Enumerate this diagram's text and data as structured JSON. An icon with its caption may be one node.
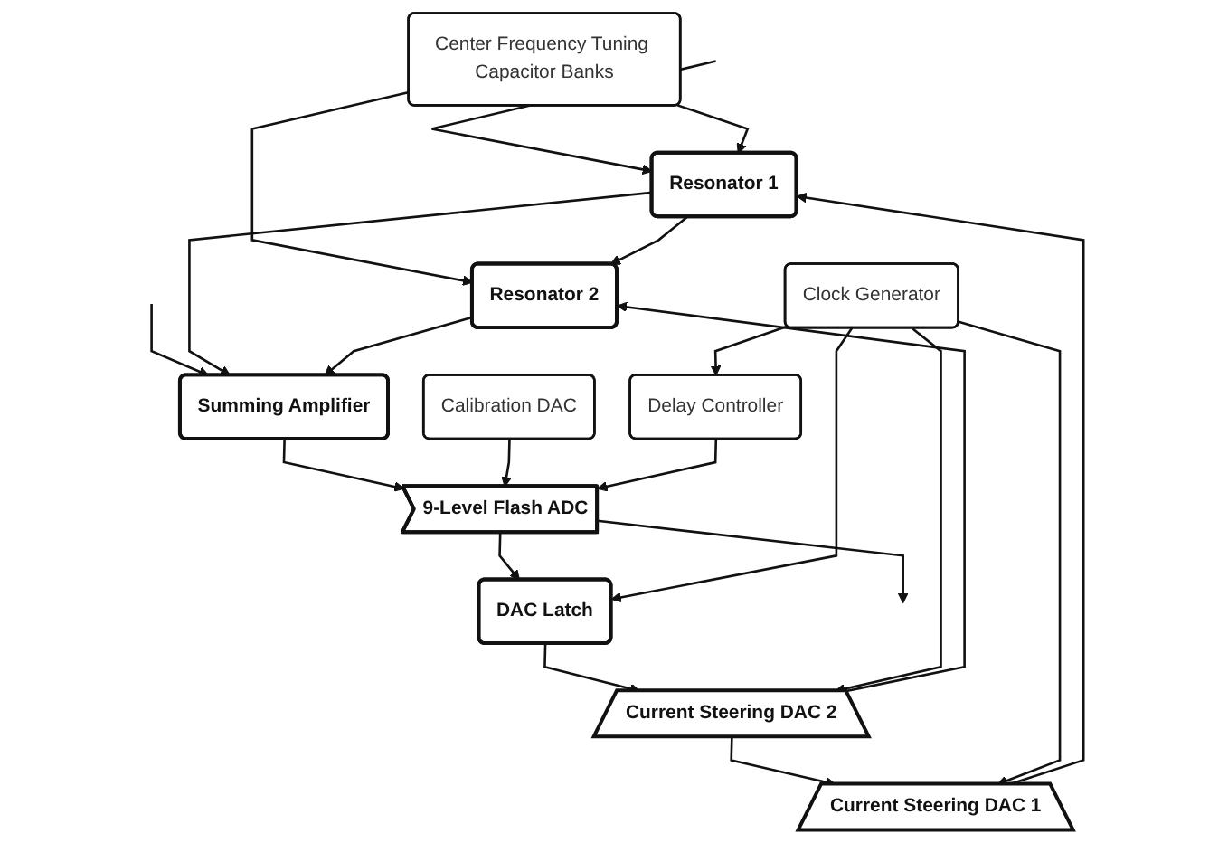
{
  "diagram": {
    "nodes": [
      {
        "text": [
          "Center Frequency Tuning Capacitor Banks"
        ]
      },
      {
        "text": [
          "Calibration DAC"
        ]
      },
      {
        "text": [
          "Resonator 1"
        ]
      },
      {
        "text": [
          "Resonator 2"
        ]
      },
      {
        "text": [
          "Summing Amplifier"
        ]
      },
      {
        "text": [
          "9-Level Flash ADC"
        ]
      },
      {
        "text": [
          "Current Steering DAC 1"
        ]
      },
      {
        "text": [
          "Current Steering DAC 2"
        ]
      },
      {
        "text": [
          "DAC Latch"
        ]
      },
      {
        "text": [
          "Clock Generator"
        ]
      },
      {
        "text": [
          "Delay Controller"
        ]
      }
    ],
    "edges": [
      {
        "from": null,
        "to": 2,
        "arrow": "to"
      },
      {
        "from": null,
        "to": 4,
        "arrow": "to"
      },
      {
        "from": 0,
        "to": 2,
        "arrow": "to"
      },
      {
        "from": 0,
        "to": 3,
        "arrow": "to"
      },
      {
        "from": 2,
        "to": 3,
        "arrow": "to"
      },
      {
        "from": 2,
        "to": 4,
        "arrow": "to"
      },
      {
        "from": 3,
        "to": 4,
        "arrow": "to"
      },
      {
        "from": 4,
        "to": 5,
        "arrow": "to"
      },
      {
        "from": 1,
        "to": 5,
        "arrow": "to"
      },
      {
        "from": 5,
        "to": null,
        "arrow": "to"
      },
      {
        "from": 6,
        "to": 2,
        "arrow": "to"
      },
      {
        "from": 7,
        "to": 3,
        "arrow": "to"
      },
      {
        "from": 5,
        "to": 8,
        "arrow": "to"
      },
      {
        "from": 8,
        "to": 7,
        "arrow": "to"
      },
      {
        "from": 7,
        "to": 6,
        "arrow": "to"
      },
      {
        "from": 9,
        "to": 6,
        "arrow": "to"
      },
      {
        "from": 9,
        "to": 7,
        "arrow": "to"
      },
      {
        "from": 9,
        "to": 8,
        "arrow": "to"
      },
      {
        "from": 9,
        "to": 10,
        "arrow": "to"
      },
      {
        "from": 10,
        "to": 5,
        "arrow": "to"
      }
    ]
  }
}
